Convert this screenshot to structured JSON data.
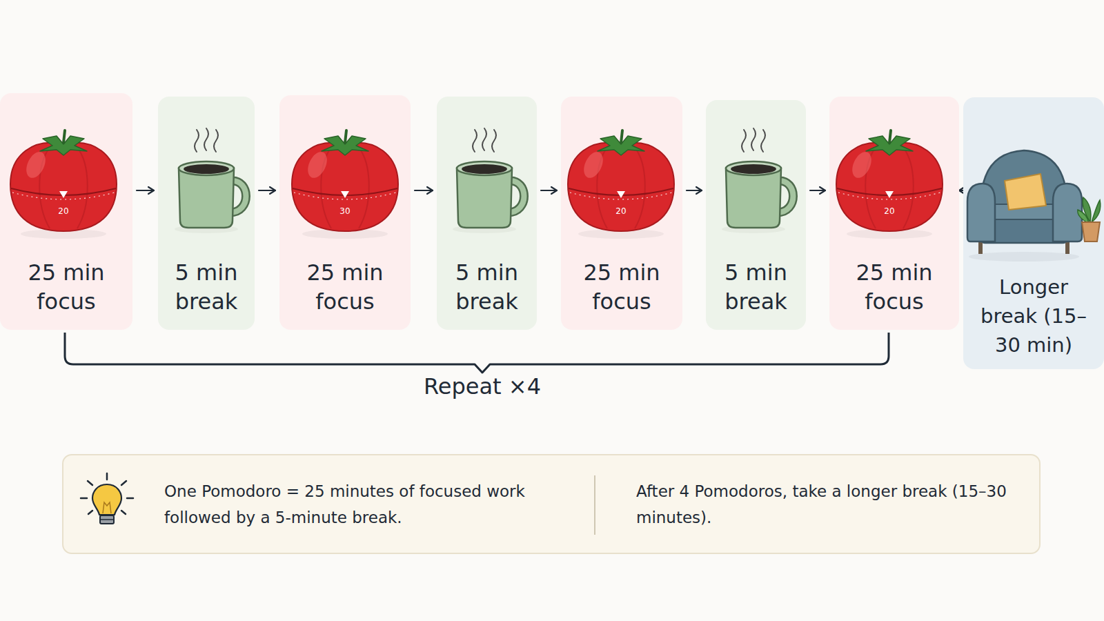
{
  "diagram": {
    "nodes": [
      {
        "text": [
          "25 min focus"
        ]
      },
      {
        "text": [
          "5 min break"
        ]
      },
      {
        "text": [
          "25 min focus"
        ]
      },
      {
        "text": [
          "5 min break"
        ]
      },
      {
        "text": [
          "25 min focus"
        ]
      },
      {
        "text": [
          "5 min break"
        ]
      },
      {
        "text": [
          "25 min focus"
        ]
      },
      {
        "text": [
          "Longer break (15–30 min)"
        ]
      },
      {
        "text": [
          "One Pomodoro = 25 minutes of focused work followed by a 5-minute break.",
          "After 4 Pomodoros, take a longer break (15–30 minutes)."
        ]
      }
    ],
    "edges": [
      {
        "from": 0,
        "to": 1,
        "arrow": "to"
      },
      {
        "from": 1,
        "to": 2,
        "arrow": "to"
      },
      {
        "from": 2,
        "to": 3,
        "arrow": "to"
      },
      {
        "from": 3,
        "to": 4,
        "arrow": "to"
      },
      {
        "from": 4,
        "to": 5,
        "arrow": "to"
      },
      {
        "from": 5,
        "to": 6,
        "arrow": "to"
      },
      {
        "from": 6,
        "to": 7,
        "arrow": "to"
      }
    ],
    "labels": [
      "20",
      "30",
      "20",
      "20",
      "Repeat ×4"
    ]
  }
}
